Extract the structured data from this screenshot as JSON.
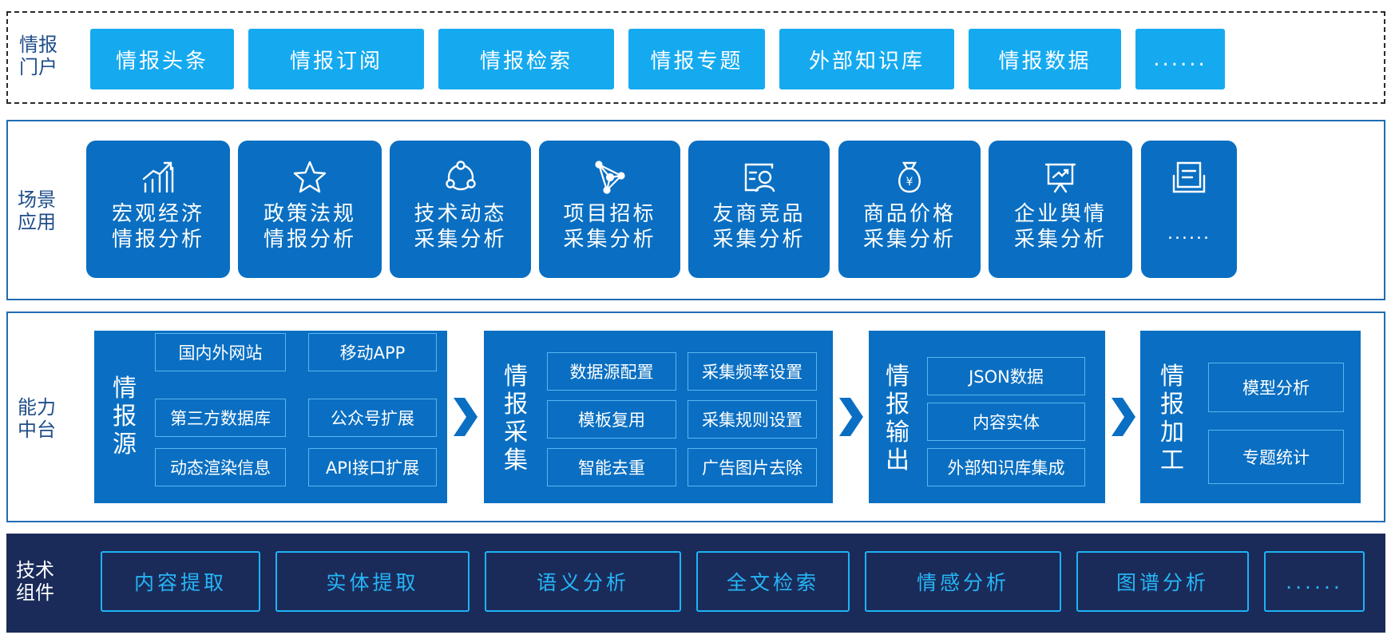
{
  "portal": {
    "label": "情报\n门户",
    "items": [
      "情报头条",
      "情报订阅",
      "情报检索",
      "情报专题",
      "外部知识库",
      "情报数据",
      "......"
    ]
  },
  "scenario": {
    "label": "场景\n应用",
    "cards": [
      {
        "label": "宏观经济\n情报分析",
        "icon": "growth-chart-icon"
      },
      {
        "label": "政策法规\n情报分析",
        "icon": "star-icon"
      },
      {
        "label": "技术动态\n采集分析",
        "icon": "cycle-nodes-icon"
      },
      {
        "label": "项目招标\n采集分析",
        "icon": "network-graph-icon"
      },
      {
        "label": "友商竞品\n采集分析",
        "icon": "id-search-icon"
      },
      {
        "label": "商品价格\n采集分析",
        "icon": "money-bag-icon"
      },
      {
        "label": "企业舆情\n采集分析",
        "icon": "presentation-board-icon"
      },
      {
        "label": "......",
        "icon": "document-icon"
      }
    ]
  },
  "capability": {
    "label": "能力\n中台",
    "blocks": [
      {
        "title": "情\n报\n源",
        "items": [
          "国内外网站",
          "移动APP",
          "第三方数据库",
          "公众号扩展",
          "动态渲染信息",
          "API接口扩展"
        ]
      },
      {
        "title": "情\n报\n采\n集",
        "items": [
          "数据源配置",
          "采集频率设置",
          "模板复用",
          "采集规则设置",
          "智能去重",
          "广告图片去除"
        ]
      },
      {
        "title": "情\n报\n输\n出",
        "items": [
          "JSON数据",
          "内容实体",
          "外部知识库集成"
        ]
      },
      {
        "title": "情\n报\n加\n工",
        "items": [
          "模型分析",
          "专题统计"
        ]
      }
    ]
  },
  "tech": {
    "label": "技术\n组件",
    "items": [
      "内容提取",
      "实体提取",
      "语义分析",
      "全文检索",
      "情感分析",
      "图谱分析",
      "......"
    ]
  },
  "colors": {
    "portal_button": "#15aaf0",
    "scene_card": "#0a6fc2",
    "tech_background": "#1a2b5a",
    "tech_accent": "#1db3f5",
    "border_blue": "#1f6db5"
  }
}
